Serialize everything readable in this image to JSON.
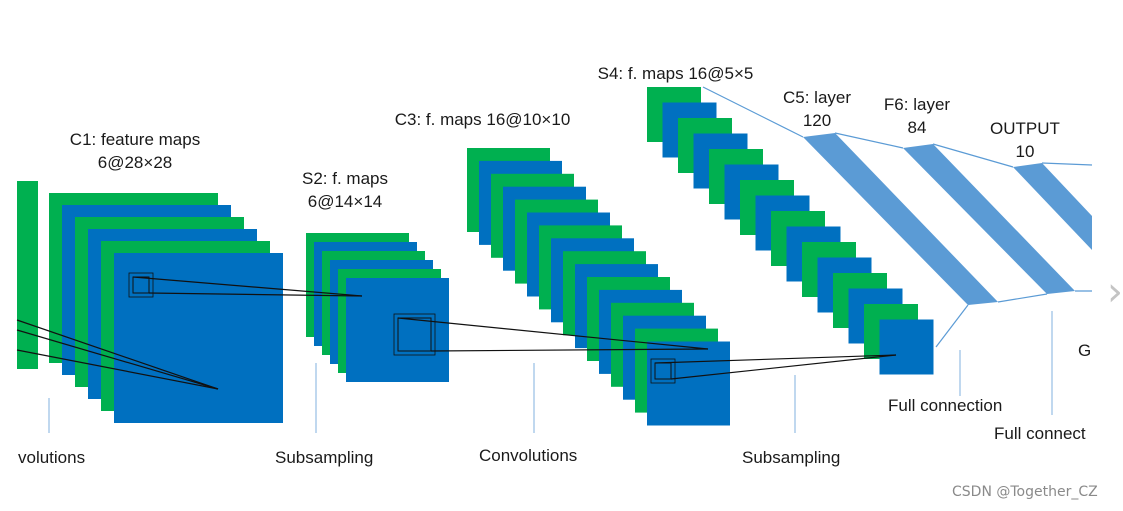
{
  "colors": {
    "green": "#00b050",
    "blue": "#0070c0",
    "fc": "#5b9bd5",
    "tick": "#9dc3e6",
    "line": "#111111"
  },
  "layers": {
    "c1": {
      "title": "C1: feature maps",
      "size": "6@28×28"
    },
    "s2": {
      "title": "S2: f. maps",
      "size": "6@14×14"
    },
    "c3": {
      "title": "C3: f. maps 16@10×10"
    },
    "s4": {
      "title": "S4: f. maps 16@5×5"
    },
    "c5": {
      "title": "C5: layer",
      "size": "120"
    },
    "f6": {
      "title": "F6: layer",
      "size": "84"
    },
    "output": {
      "title": "OUTPUT",
      "size": "10"
    }
  },
  "operations": {
    "op1": "volutions",
    "op2": "Subsampling",
    "op3": "Convolutions",
    "op4": "Subsampling",
    "op5": "Full connection",
    "op6": "Full connect",
    "op7": "G"
  },
  "watermark": "CSDN @Together_CZ",
  "nav": {
    "icon": "chevron-right-icon",
    "glyph": "›"
  }
}
